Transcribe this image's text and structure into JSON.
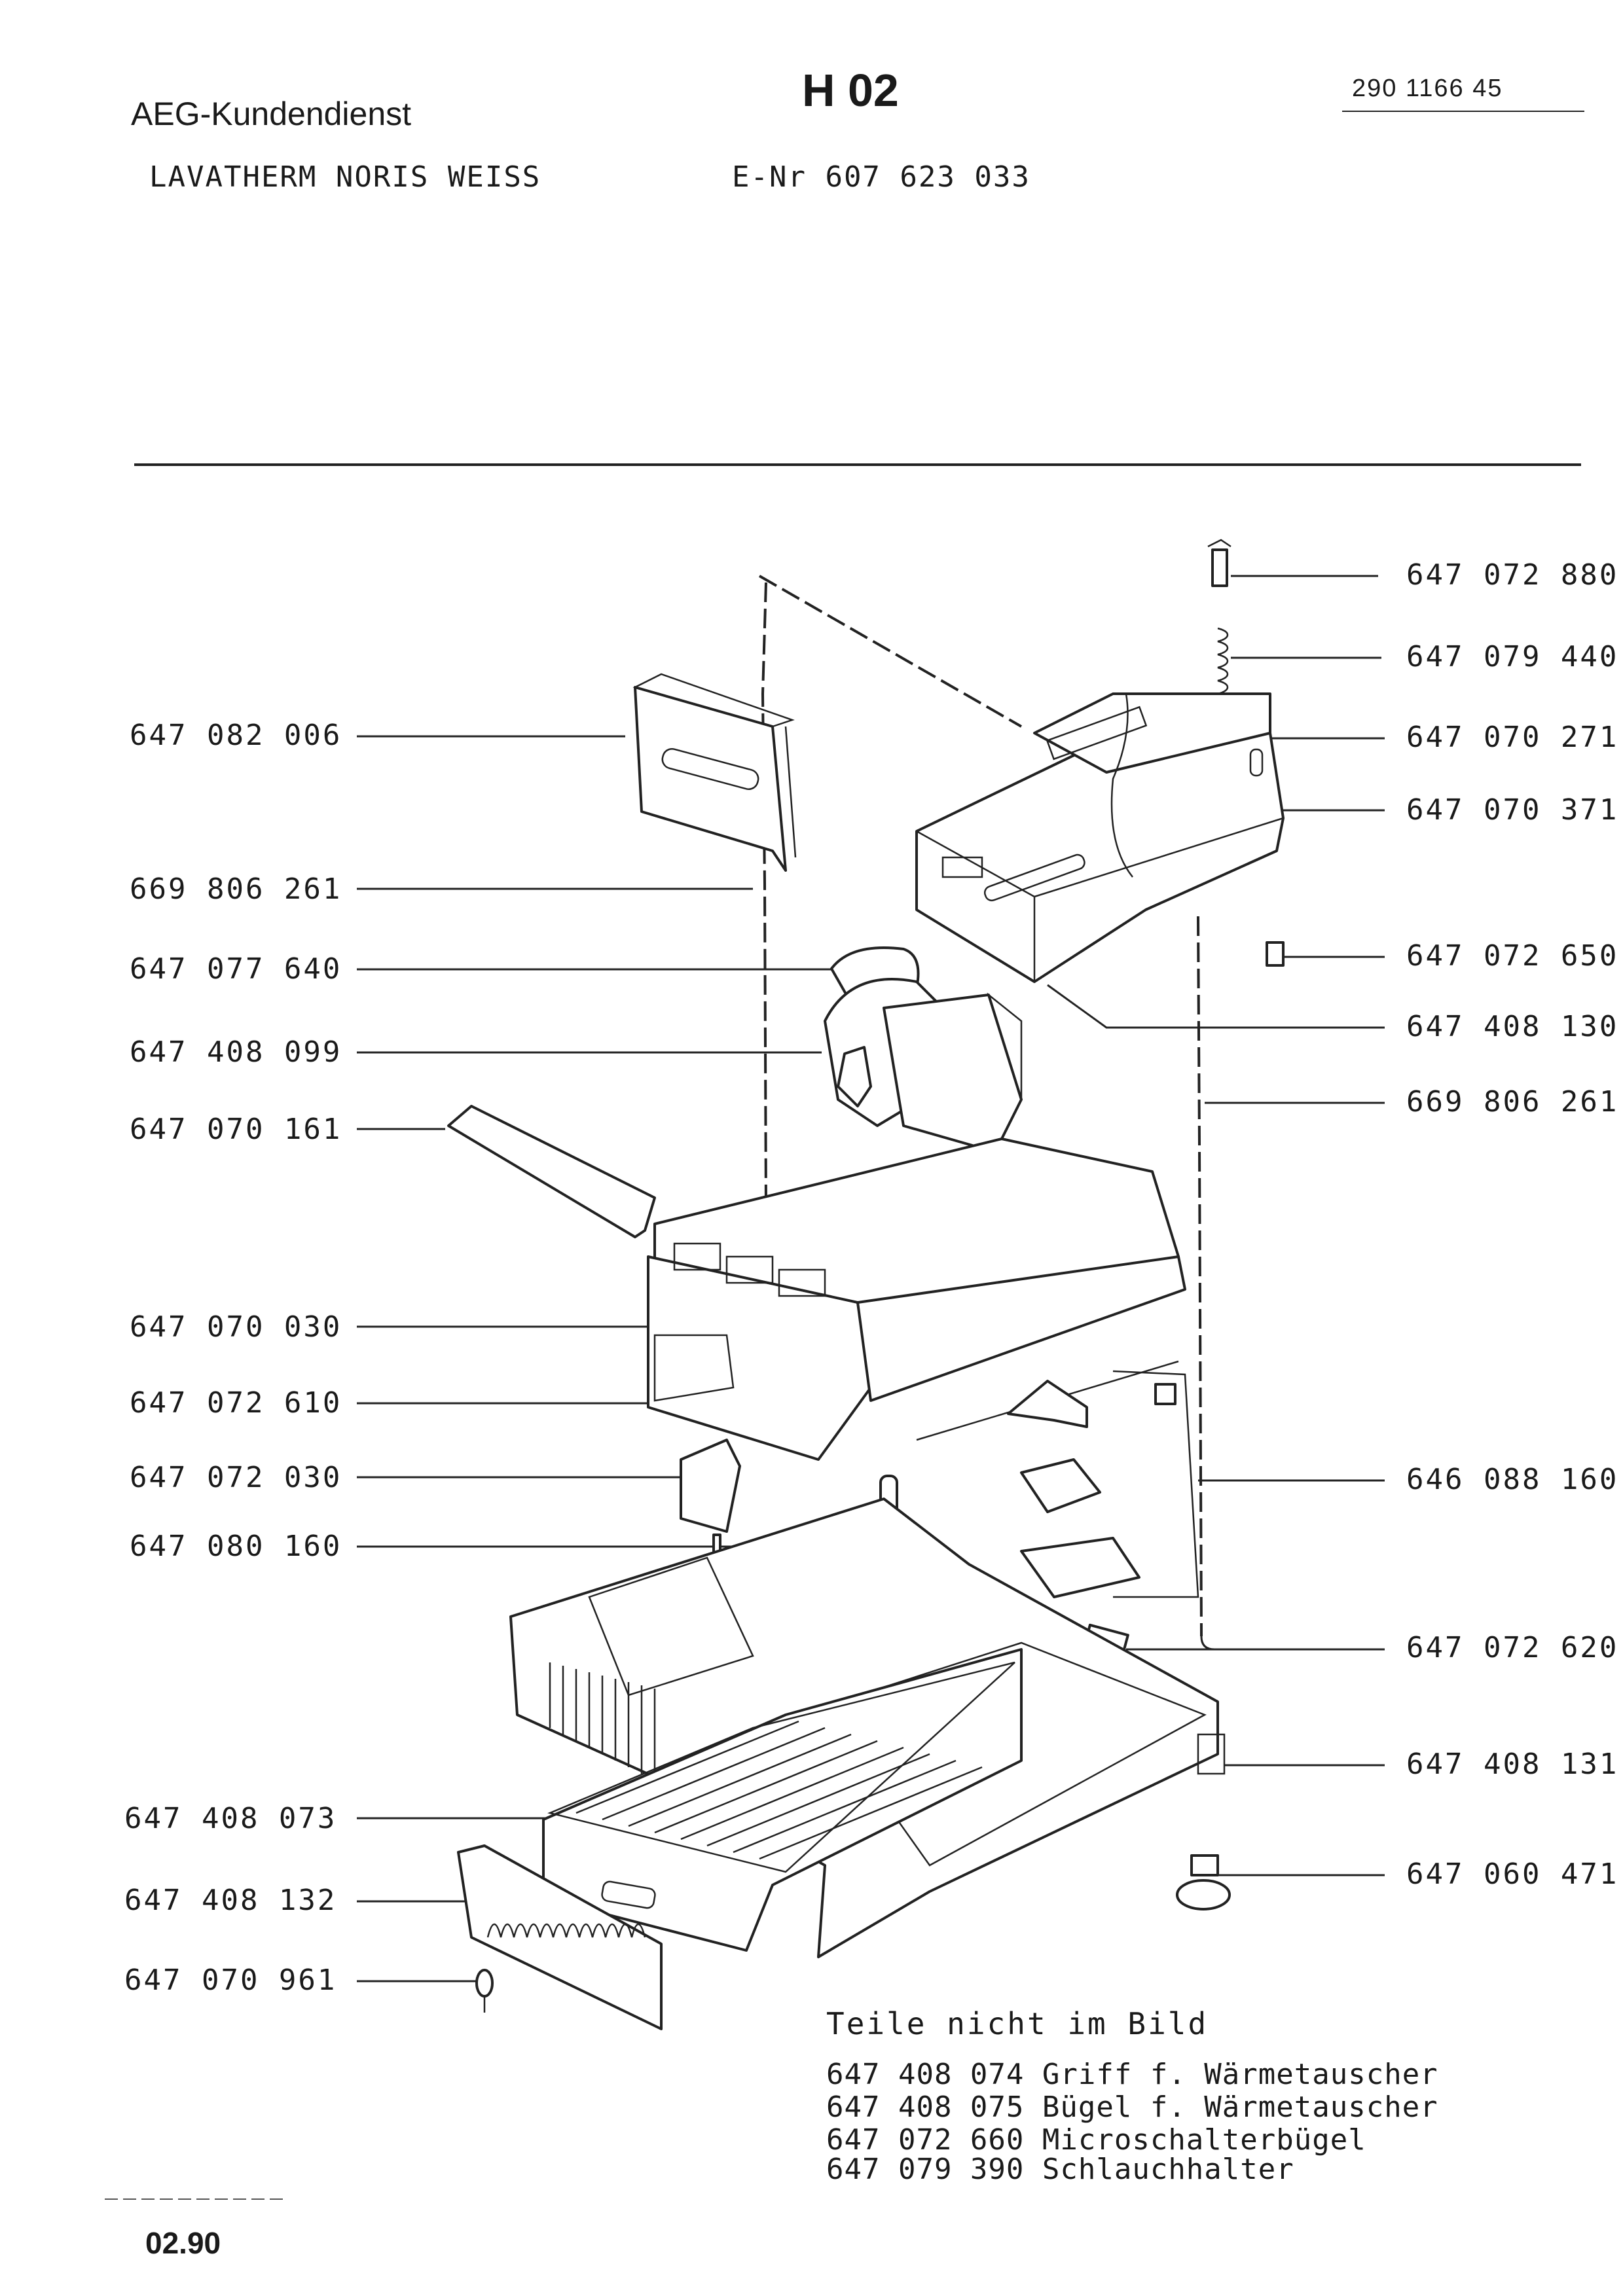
{
  "header": {
    "brand": "AEG-Kundendienst",
    "model": "LAVATHERM NORIS WEISS",
    "page_code": "H 02",
    "e_nr": "E-Nr 607 623 033",
    "doc_ref": "290 1166 45"
  },
  "parts_left": [
    "647 082 006",
    "669 806 261",
    "647 077 640",
    "647 408 099",
    "647 070 161",
    "647 070 030",
    "647 072 610",
    "647 072 030",
    "647 080 160",
    "647 408 073",
    "647 408 132",
    "647 070 961"
  ],
  "parts_right": [
    "647 072 880",
    "647 079 440",
    "647 070 271",
    "647 070 371",
    "647 072 650",
    "647 408 130",
    "669 806 261",
    "646 088 160",
    "647 072 620",
    "647 408 131",
    "647 060 471"
  ],
  "not_shown": {
    "heading": "Teile nicht im Bild",
    "items": [
      "647 408 074 Griff f. Wärmetauscher",
      "647 408 075 Bügel f. Wärmetauscher",
      "647 072 660 Microschalterbügel",
      "647 079 390 Schlauchhalter"
    ]
  },
  "footer": {
    "date": "02.90"
  }
}
